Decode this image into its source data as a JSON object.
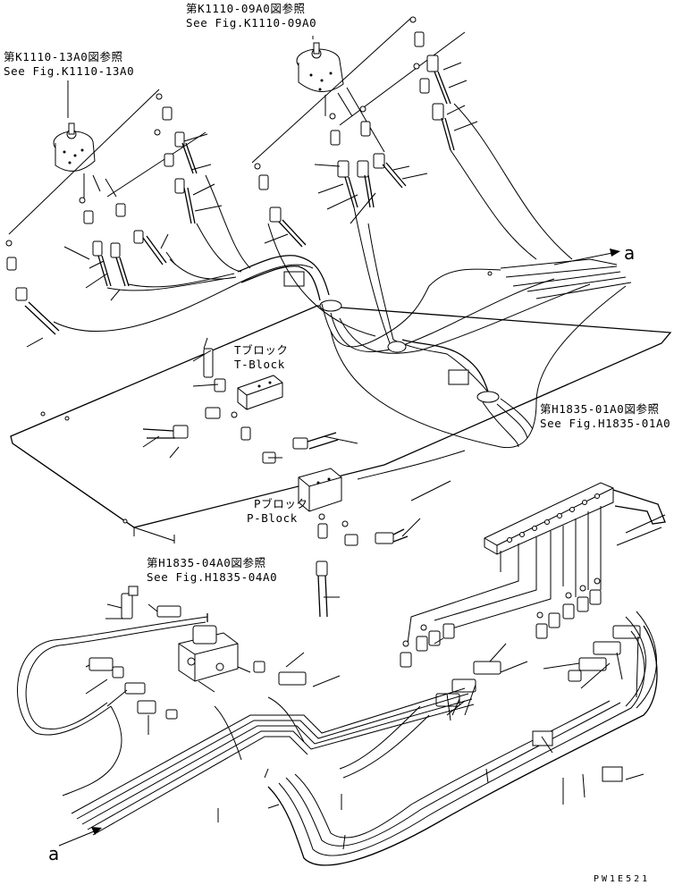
{
  "references": {
    "top_center": {
      "jp": "第K1110-09A0図参照",
      "en": "See Fig.K1110-09A0"
    },
    "top_left": {
      "jp": "第K1110-13A0図参照",
      "en": "See Fig.K1110-13A0"
    },
    "right": {
      "jp": "第H1835-01A0図参照",
      "en": "See Fig.H1835-01A0"
    },
    "lower_left": {
      "jp": "第H1835-04A0図参照",
      "en": "See Fig.H1835-04A0"
    }
  },
  "blocks": {
    "t_block": {
      "jp": "Tブロック",
      "en": "T-Block"
    },
    "p_block": {
      "jp": "Pブロック",
      "en": "P-Block"
    }
  },
  "connectors": {
    "right": "a",
    "left": "a"
  },
  "drawing_code": "PW1E521"
}
